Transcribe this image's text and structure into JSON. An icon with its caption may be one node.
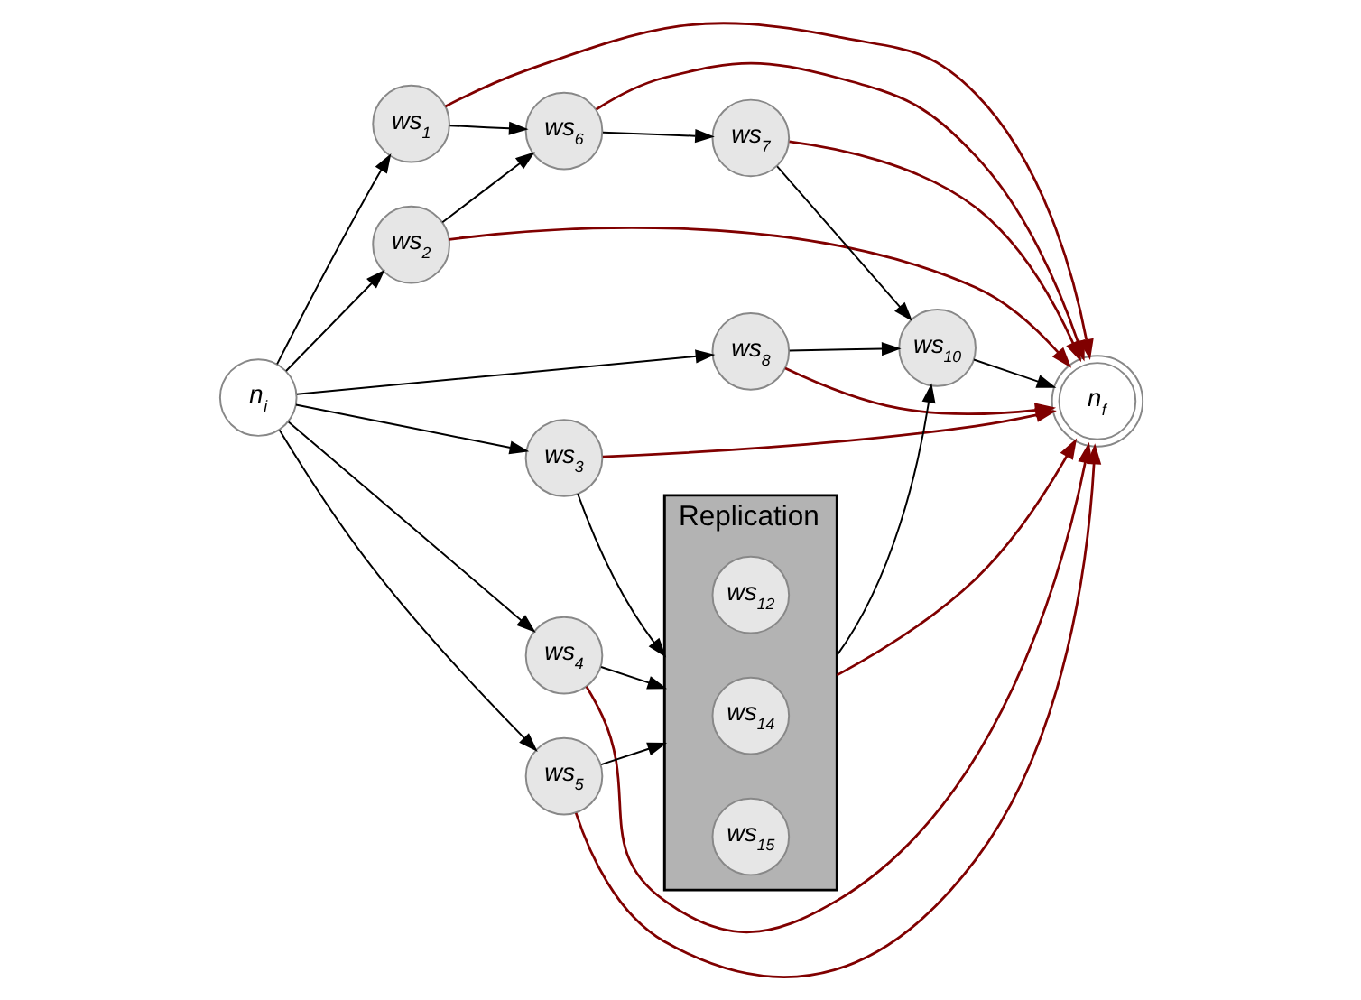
{
  "diagram": {
    "nodes": [
      {
        "text": [
          "n$_{i}$"
        ]
      },
      {
        "text": [
          "ws$_{1}$"
        ]
      },
      {
        "text": [
          "ws$_{2}$"
        ]
      },
      {
        "text": [
          "ws$_{8}$"
        ]
      },
      {
        "text": [
          "ws$_{3}$"
        ]
      },
      {
        "text": [
          "ws$_{4}$"
        ]
      },
      {
        "text": [
          "ws$_{5}$"
        ]
      },
      {
        "text": [
          "ws$_{6}$"
        ]
      },
      {
        "text": [
          "ws$_{7}$"
        ]
      },
      {
        "text": [
          "ws$_{10}$"
        ]
      },
      {
        "text": [
          "Replication"
        ]
      },
      {
        "text": [
          "ws$_{12}$"
        ],
        "in": 10
      },
      {
        "text": [
          "ws$_{14}$"
        ],
        "in": 10
      },
      {
        "text": [
          "ws$_{15}$"
        ],
        "in": 10
      },
      {
        "text": [
          "n$_{f}$"
        ]
      }
    ],
    "edges": [
      {
        "from": 0,
        "to": 1,
        "arrow": "to"
      },
      {
        "from": 0,
        "to": 2,
        "arrow": "to"
      },
      {
        "from": 0,
        "to": 3,
        "arrow": "to"
      },
      {
        "from": 0,
        "to": 4,
        "arrow": "to"
      },
      {
        "from": 0,
        "to": 5,
        "arrow": "to"
      },
      {
        "from": 0,
        "to": 6,
        "arrow": "to"
      },
      {
        "from": 1,
        "to": 7,
        "arrow": "to"
      },
      {
        "from": 2,
        "to": 7,
        "arrow": "to"
      },
      {
        "from": 7,
        "to": 8,
        "arrow": "to"
      },
      {
        "from": 8,
        "to": 9,
        "arrow": "to"
      },
      {
        "from": 3,
        "to": 9,
        "arrow": "to"
      },
      {
        "from": 9,
        "to": 14,
        "arrow": "to"
      },
      {
        "from": 4,
        "to": 10,
        "arrow": "to"
      },
      {
        "from": 5,
        "to": 10,
        "arrow": "to"
      },
      {
        "from": 6,
        "to": 10,
        "arrow": "to"
      },
      {
        "from": 10,
        "to": 9,
        "arrow": "to"
      },
      {
        "from": 1,
        "to": 14,
        "arrow": "to",
        "color": "#800000"
      },
      {
        "from": 7,
        "to": 14,
        "arrow": "to",
        "color": "#800000"
      },
      {
        "from": 2,
        "to": 14,
        "arrow": "to",
        "color": "#800000"
      },
      {
        "from": 8,
        "to": 14,
        "arrow": "to",
        "color": "#800000"
      },
      {
        "from": 3,
        "to": 14,
        "arrow": "to",
        "color": "#800000"
      },
      {
        "from": 4,
        "to": 14,
        "arrow": "to",
        "color": "#800000"
      },
      {
        "from": 10,
        "to": 14,
        "arrow": "to",
        "color": "#800000"
      },
      {
        "from": 5,
        "to": 14,
        "arrow": "to",
        "color": "#800000"
      },
      {
        "from": 6,
        "to": 14,
        "arrow": "to",
        "color": "#800000"
      }
    ]
  }
}
